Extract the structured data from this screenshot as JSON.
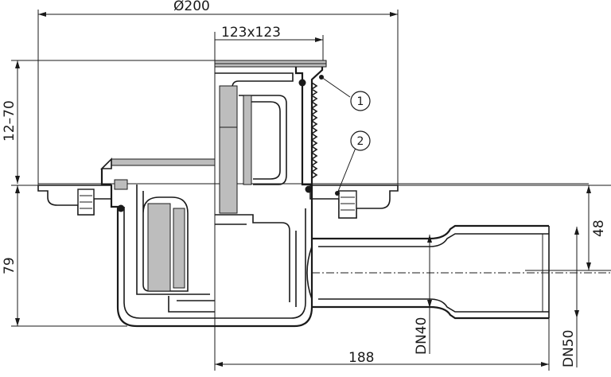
{
  "dimensions": {
    "diameter": "Ø200",
    "grate": "123x123",
    "height_range": "12–70",
    "body_height": "79",
    "outlet_height": "48",
    "length": "188",
    "dn_inner": "DN40",
    "dn_outer": "DN50"
  },
  "callouts": [
    {
      "label": "1"
    },
    {
      "label": "2"
    }
  ]
}
